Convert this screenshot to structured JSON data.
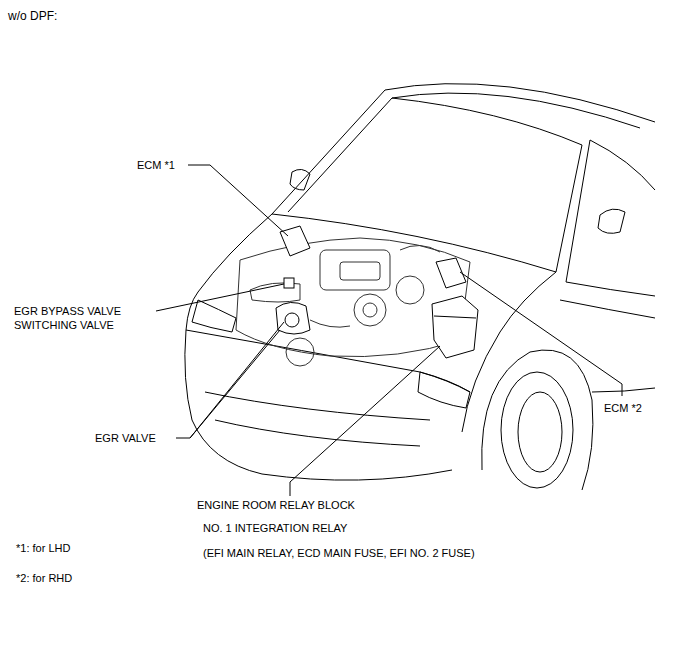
{
  "diagram": {
    "title": "w/o DPF:",
    "labels": [
      "ECM *1",
      "EGR BYPASS VALVE SWITCHING VALVE",
      "EGR VALVE",
      "ENGINE ROOM RELAY BLOCK",
      "NO. 1 INTEGRATION RELAY",
      "(EFI MAIN RELAY, ECD MAIN FUSE, EFI NO. 2 FUSE)",
      "ECM *2",
      "*1: for LHD",
      "*2: for RHD"
    ]
  }
}
